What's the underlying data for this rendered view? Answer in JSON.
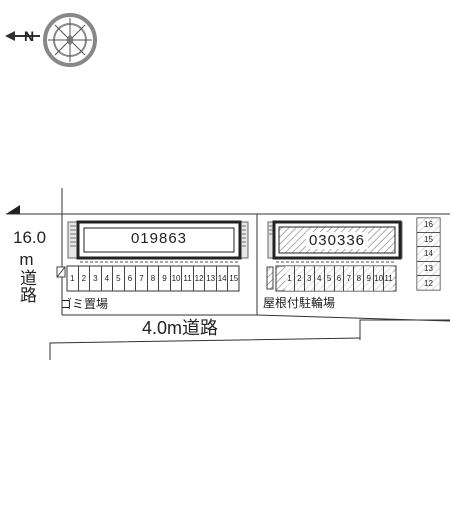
{
  "compass": {
    "north_label": "N",
    "icon": "compass-rose-icon"
  },
  "roads": {
    "west_road": {
      "width_value": "16.0",
      "unit_road": "m道路"
    },
    "south_road": {
      "label": "4.0m道路"
    }
  },
  "lot_left": {
    "building_id": "019863",
    "parking_numbers": [
      "1",
      "2",
      "3",
      "4",
      "5",
      "6",
      "7",
      "8",
      "9",
      "10",
      "11",
      "12",
      "13",
      "14",
      "15"
    ],
    "garbage_label": "ゴミ置場"
  },
  "lot_right": {
    "building_id": "030336",
    "parking_numbers": [
      "1",
      "2",
      "3",
      "4",
      "5",
      "6",
      "7",
      "8",
      "9",
      "10",
      "11"
    ],
    "side_parking_numbers": [
      "16",
      "15",
      "14",
      "13",
      "12"
    ],
    "bicycle_label": "屋根付駐輪場"
  },
  "colors": {
    "line": "#333333",
    "building_fill": "#ffffff",
    "hatch": "#9a9a9a",
    "lot_fill": "#f5f5f5"
  }
}
